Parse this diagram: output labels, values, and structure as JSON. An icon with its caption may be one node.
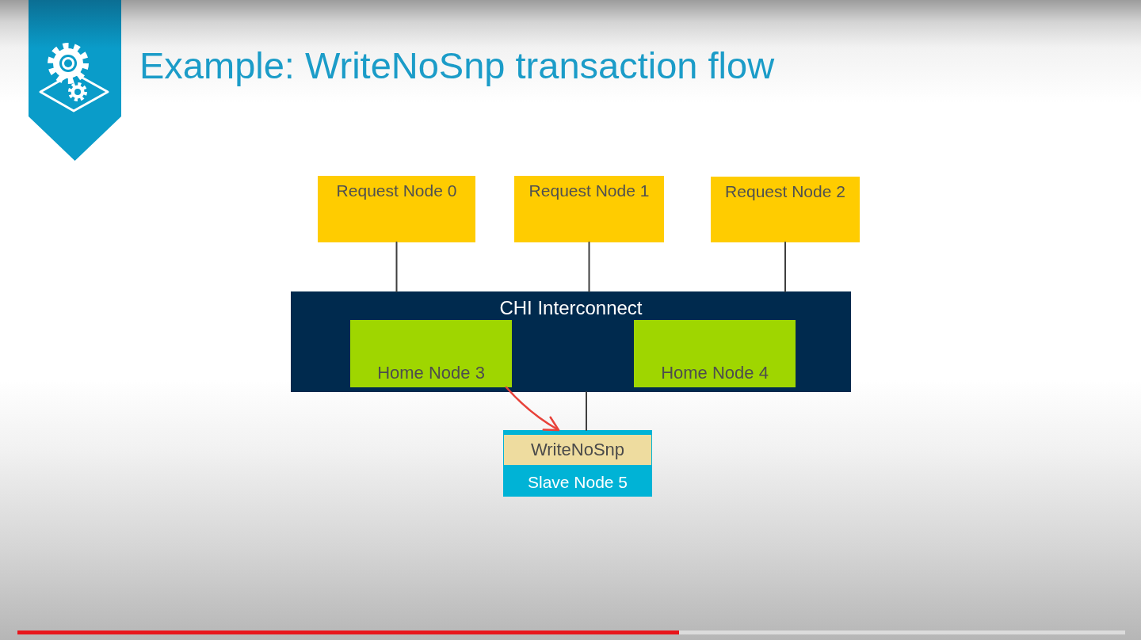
{
  "diagram": {
    "title": "Example: WriteNoSnp transaction flow",
    "nodes": [
      {
        "text": [
          "Request Node 0"
        ]
      },
      {
        "text": [
          "Request Node 1"
        ]
      },
      {
        "text": [
          "Request Node 2"
        ]
      },
      {
        "text": [
          "CHI Interconnect"
        ]
      },
      {
        "text": [
          "Home Node 3"
        ],
        "in": 3
      },
      {
        "text": [
          "Home Node 4"
        ],
        "in": 3
      },
      {
        "text": [
          "Slave Node 5"
        ]
      },
      {
        "text": [
          "WriteNoSnp"
        ],
        "in": 6
      }
    ],
    "edges": [
      {
        "from": 0,
        "to": 3,
        "arrow": "none"
      },
      {
        "from": 1,
        "to": 3,
        "arrow": "none"
      },
      {
        "from": 2,
        "to": 3,
        "arrow": "none"
      },
      {
        "from": 3,
        "to": 6,
        "arrow": "none"
      },
      {
        "from": 4,
        "to": 6,
        "arrow": "to",
        "color": "#e8423a"
      }
    ]
  }
}
